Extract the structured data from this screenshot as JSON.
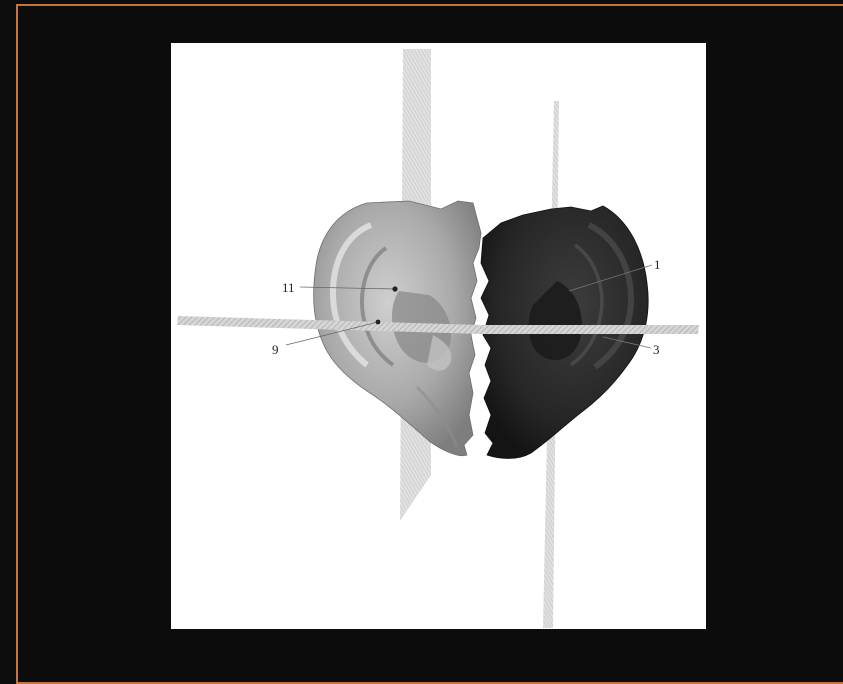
{
  "figure": {
    "labels": {
      "l11": "11",
      "l9": "9",
      "l1": "1",
      "l3": "3"
    }
  },
  "colors": {
    "frame_border": "#c8733a",
    "background": "#0c0c0c",
    "figure_background": "#ffffff",
    "left_ear": "#a8a8a8",
    "right_ear": "#2a2a2a",
    "planes": "#cfcfcf"
  }
}
